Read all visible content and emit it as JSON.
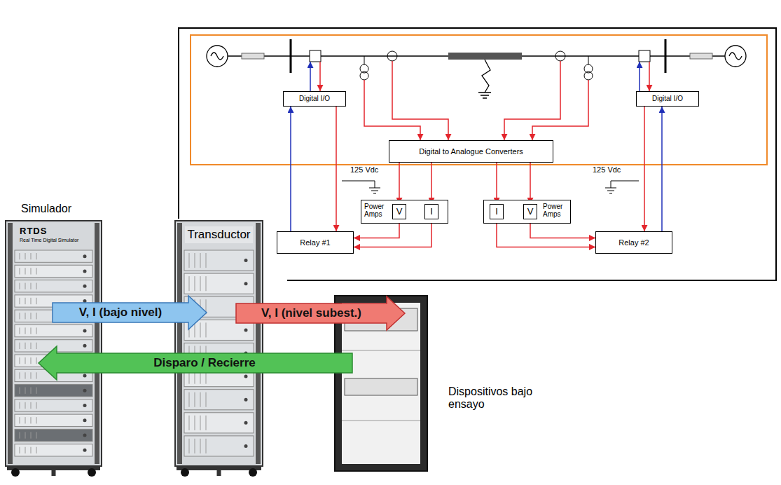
{
  "diagram": {
    "nodes": [
      {
        "text": [
          "Simulador"
        ]
      },
      {
        "text": [
          "Transductor"
        ]
      },
      {
        "text": [
          "Dispositivos bajo ensayo"
        ]
      },
      {
        "text": [
          "Digital I/O"
        ]
      },
      {
        "text": [
          "Digital to Analogue Converters"
        ]
      },
      {
        "text": [
          "Digital I/O"
        ]
      },
      {
        "text": [
          "Power Amps"
        ]
      },
      {
        "text": [
          "V"
        ],
        "in": 6
      },
      {
        "text": [
          "I"
        ],
        "in": 6
      },
      {
        "text": [
          "Power Amps"
        ]
      },
      {
        "text": [
          "I"
        ],
        "in": 9
      },
      {
        "text": [
          "V"
        ],
        "in": 9
      },
      {
        "text": [
          "Relay #1"
        ]
      },
      {
        "text": [
          "Relay #2"
        ]
      }
    ],
    "edges": [
      {
        "from": 0,
        "to": 1,
        "arrow": "to",
        "label": "V, I (bajo nivel)"
      },
      {
        "from": 1,
        "to": 2,
        "arrow": "to",
        "label": "V, I (nivel subest.)"
      },
      {
        "from": 2,
        "to": 0,
        "arrow": "to",
        "label": "Disparo / Recierre"
      },
      {
        "from": 4,
        "to": 7,
        "arrow": "to"
      },
      {
        "from": 4,
        "to": 8,
        "arrow": "to"
      },
      {
        "from": 4,
        "to": 10,
        "arrow": "to"
      },
      {
        "from": 4,
        "to": 11,
        "arrow": "to"
      },
      {
        "from": 7,
        "to": 12,
        "arrow": "to"
      },
      {
        "from": 8,
        "to": 12,
        "arrow": "to"
      },
      {
        "from": 10,
        "to": 13,
        "arrow": "to"
      },
      {
        "from": 11,
        "to": 13,
        "arrow": "to"
      },
      {
        "from": 3,
        "to": 12,
        "arrow": "to"
      },
      {
        "from": 12,
        "to": 3,
        "arrow": "to"
      },
      {
        "from": 5,
        "to": 13,
        "arrow": "to"
      },
      {
        "from": 13,
        "to": 5,
        "arrow": "to"
      }
    ],
    "labels": [
      "125 Vdc",
      "125 Vdc",
      "RTDS",
      "Real Time Digital Simulator"
    ]
  }
}
